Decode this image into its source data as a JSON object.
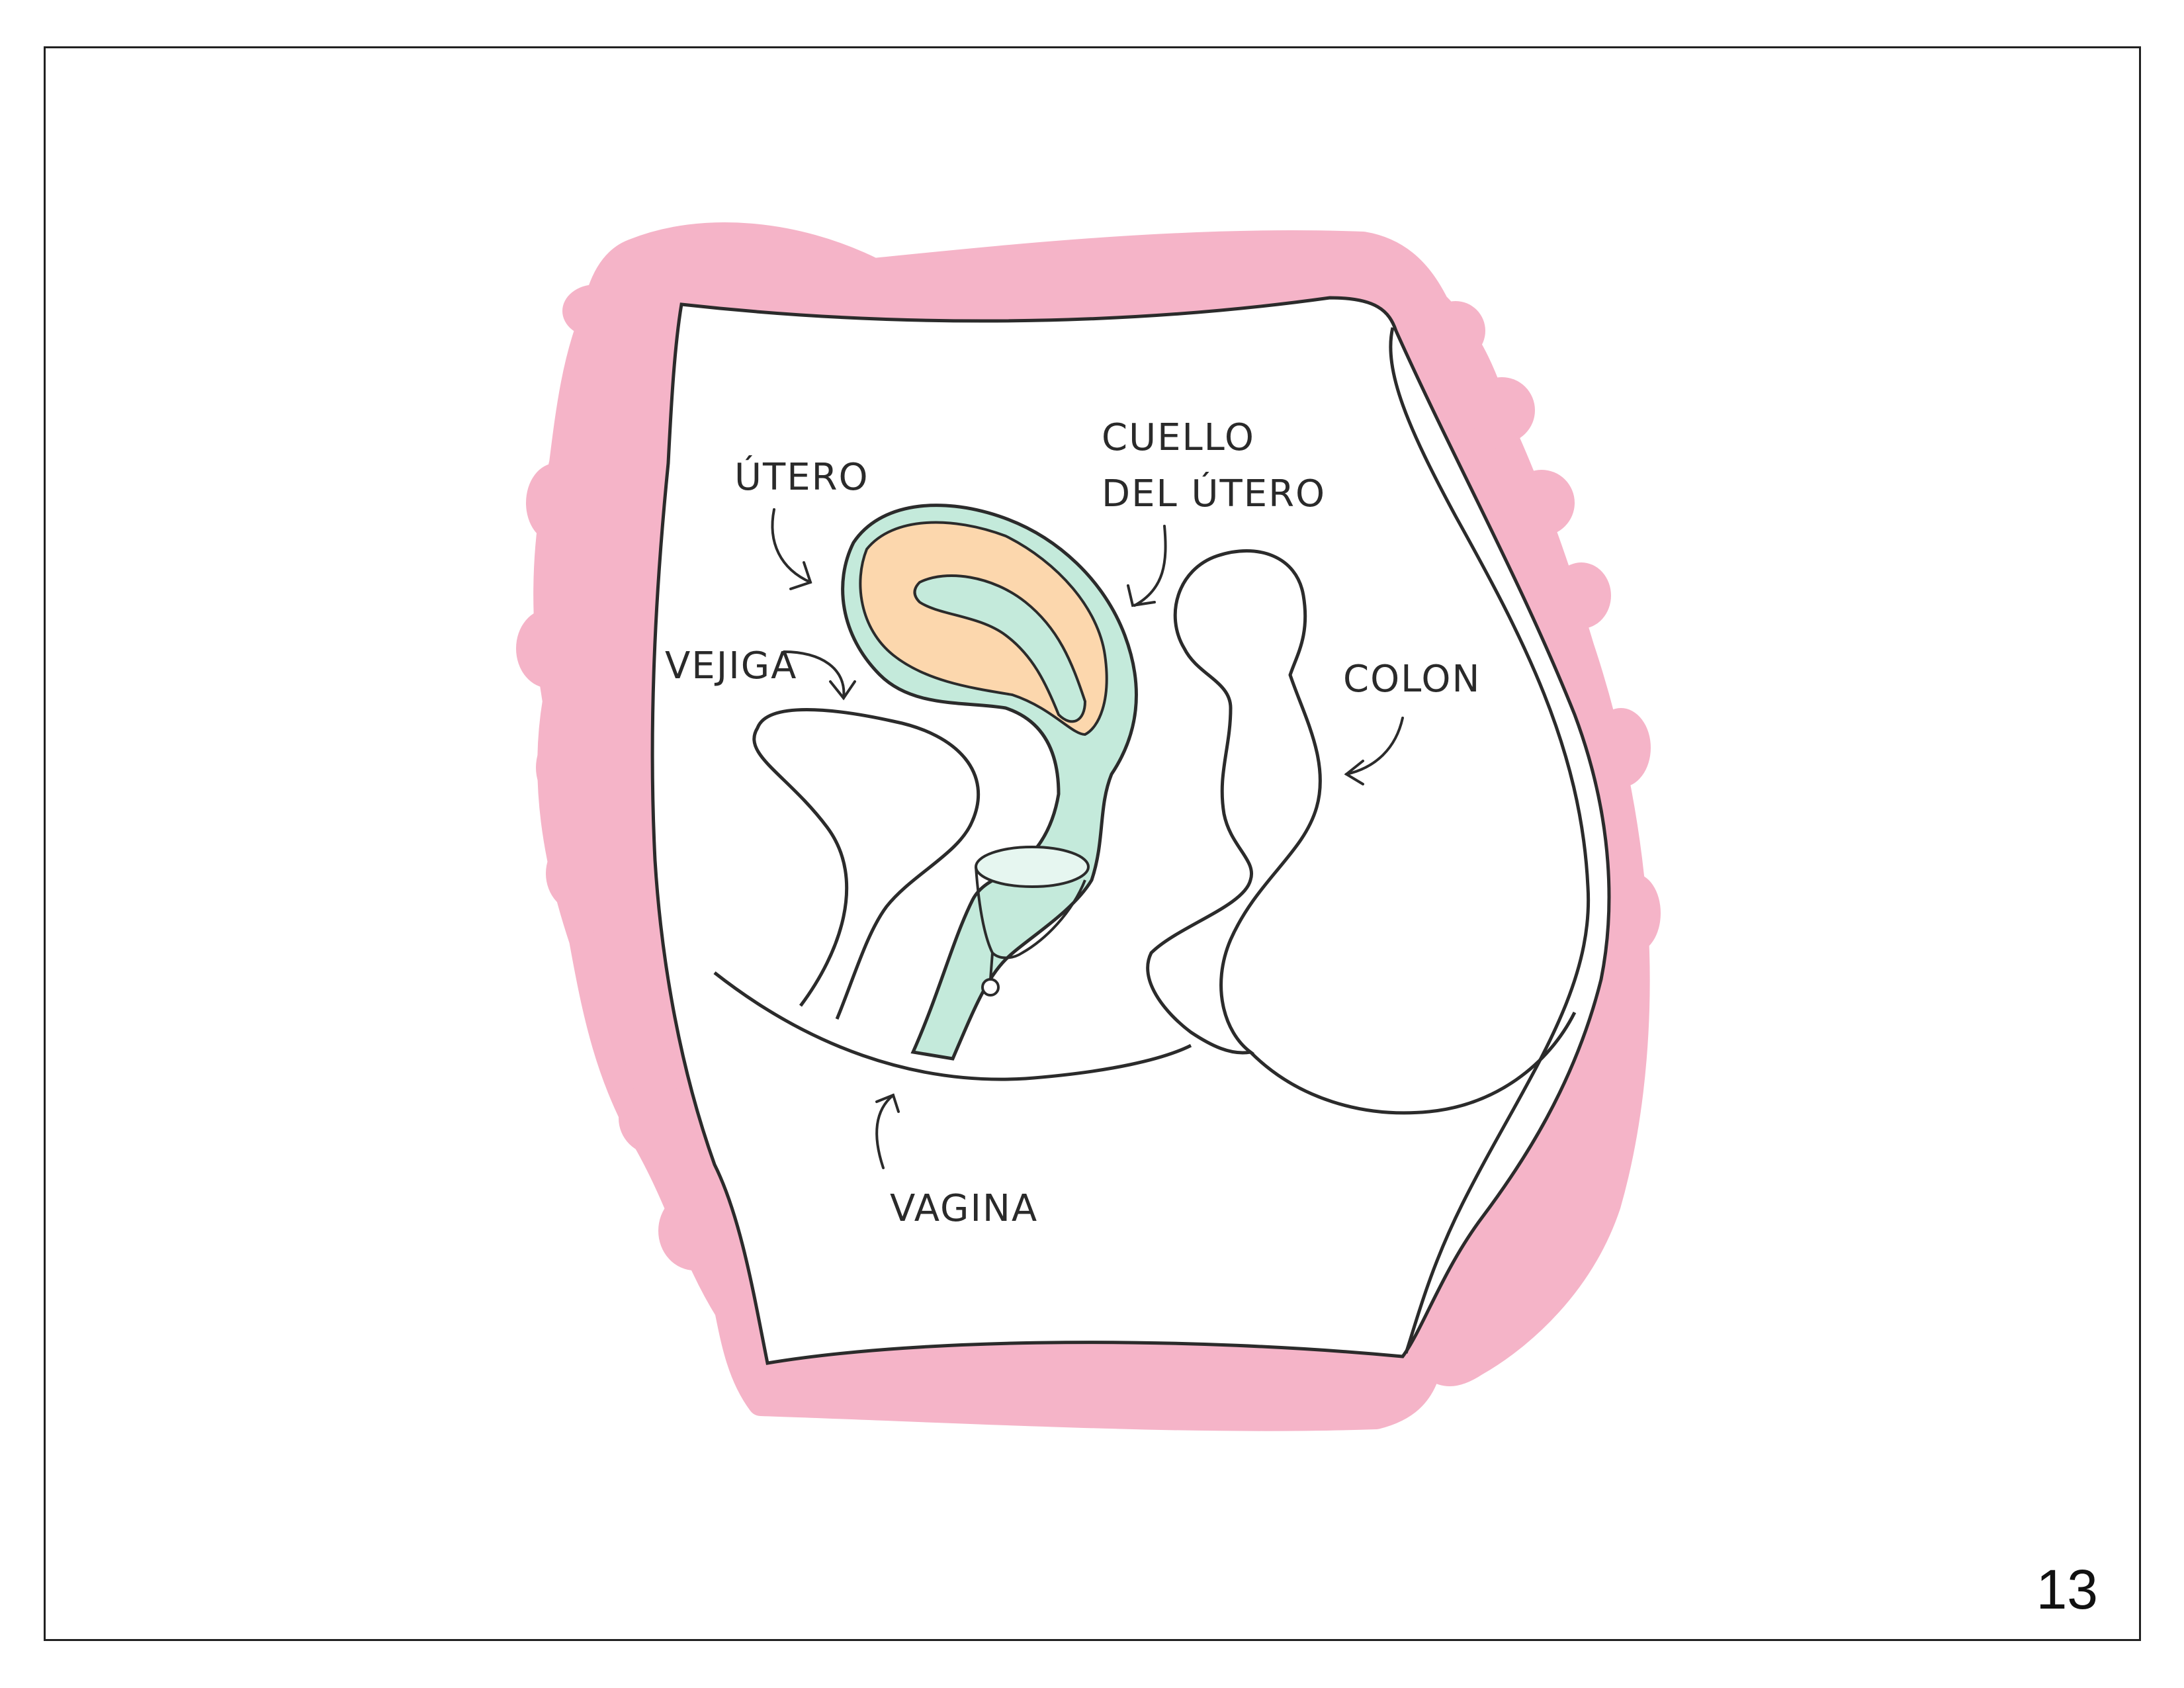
{
  "labels": {
    "utero": "ÚTERO",
    "cuello_line1": "CUELLO",
    "cuello_line2": "DEL ÚTERO",
    "vejiga": "VEJIGA",
    "colon": "COLON",
    "vagina": "VAGINA"
  },
  "page_number": "13",
  "colors": {
    "pink_border": "#f5b4c8",
    "mint": "#c4eadb",
    "peach": "#fcd7ad",
    "outline": "#2b2b2b"
  }
}
